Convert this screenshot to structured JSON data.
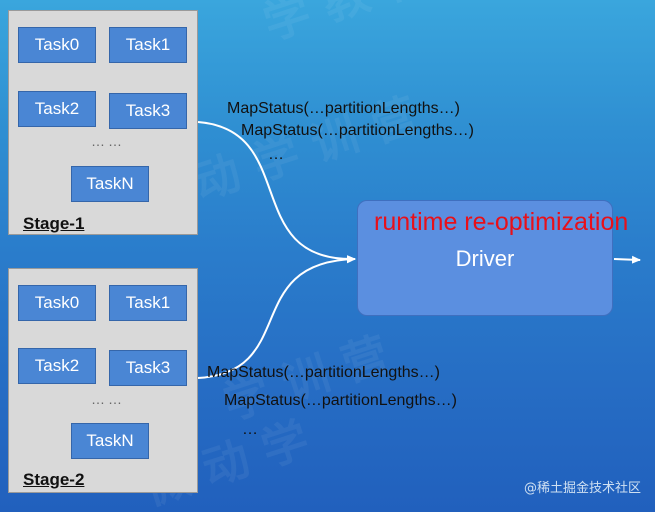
{
  "stages": [
    {
      "label": "Stage-1",
      "tasks": [
        "Task0",
        "Task1",
        "Task2",
        "Task3",
        "TaskN"
      ],
      "ellipsis": "……"
    },
    {
      "label": "Stage-2",
      "tasks": [
        "Task0",
        "Task1",
        "Task2",
        "Task3",
        "TaskN"
      ],
      "ellipsis": "……"
    }
  ],
  "map_status_top": [
    "MapStatus(…partitionLengths…)",
    "MapStatus(…partitionLengths…)",
    "…"
  ],
  "map_status_bottom": [
    "MapStatus(…partitionLengths…)",
    "MapStatus(…partitionLengths…)",
    "…"
  ],
  "driver": {
    "title": "runtime re-optimization",
    "label": "Driver"
  },
  "watermark": "@稀土掘金技术社区",
  "colors": {
    "background": "#2a7ccb",
    "stage_box": "#d9d9d9",
    "task_box": "#4a86d4",
    "driver_box": "#5b8fe0",
    "reopt_text": "#e8101a"
  }
}
